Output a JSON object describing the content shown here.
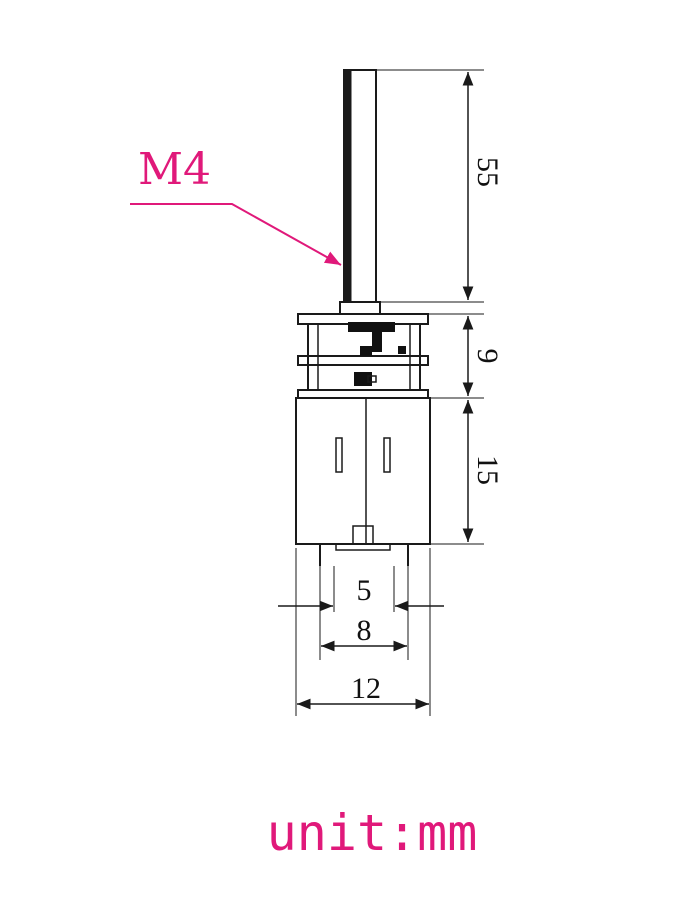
{
  "callout": {
    "label": "M4",
    "color": "#e0197a"
  },
  "dimensions": {
    "shaft_length": "55",
    "gearbox_height": "9",
    "motor_height": "15",
    "terminal_inner": "5",
    "terminal_outer": "8",
    "motor_width": "12"
  },
  "footer": {
    "unit": "unit:mm",
    "color": "#e0197a"
  }
}
